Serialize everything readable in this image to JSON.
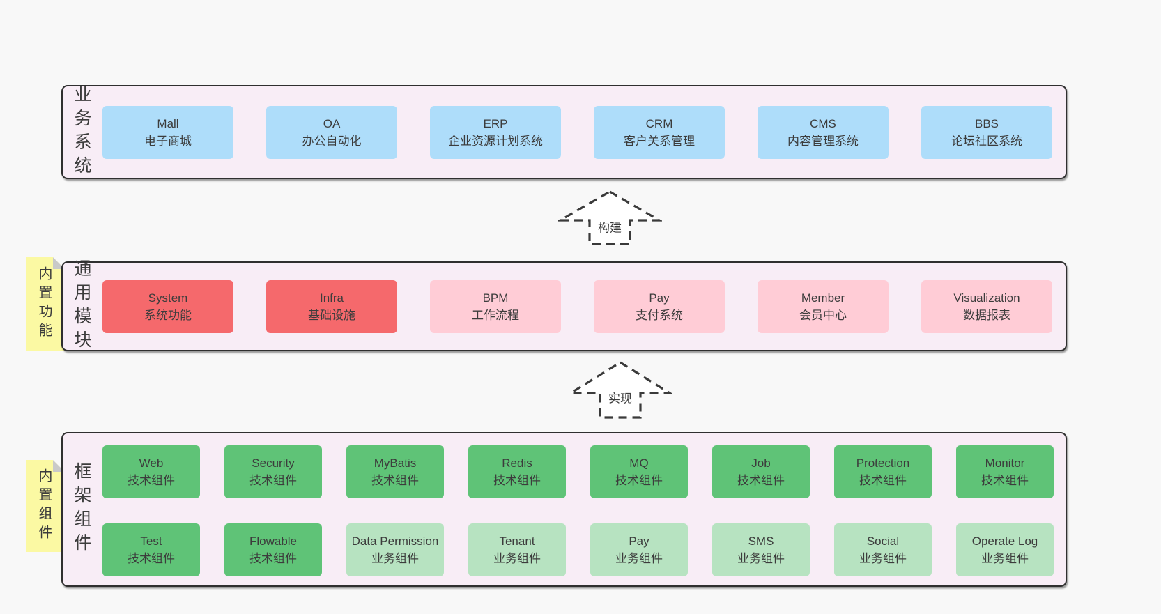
{
  "layers": {
    "business": {
      "label": "业务系统",
      "boxes": [
        {
          "name": "Mall",
          "desc": "电子商城"
        },
        {
          "name": "OA",
          "desc": "办公自动化"
        },
        {
          "name": "ERP",
          "desc": "企业资源计划系统"
        },
        {
          "name": "CRM",
          "desc": "客户关系管理"
        },
        {
          "name": "CMS",
          "desc": "内容管理系统"
        },
        {
          "name": "BBS",
          "desc": "论坛社区系统"
        }
      ]
    },
    "modules": {
      "label": "通用模块",
      "note": "内置功能",
      "boxes": [
        {
          "name": "System",
          "desc": "系统功能"
        },
        {
          "name": "Infra",
          "desc": "基础设施"
        },
        {
          "name": "BPM",
          "desc": "工作流程"
        },
        {
          "name": "Pay",
          "desc": "支付系统"
        },
        {
          "name": "Member",
          "desc": "会员中心"
        },
        {
          "name": "Visualization",
          "desc": "数据报表"
        }
      ]
    },
    "components": {
      "label": "框架组件",
      "note": "内置组件",
      "rows": [
        [
          {
            "name": "Web",
            "desc": "技术组件"
          },
          {
            "name": "Security",
            "desc": "技术组件"
          },
          {
            "name": "MyBatis",
            "desc": "技术组件"
          },
          {
            "name": "Redis",
            "desc": "技术组件"
          },
          {
            "name": "MQ",
            "desc": "技术组件"
          },
          {
            "name": "Job",
            "desc": "技术组件"
          },
          {
            "name": "Protection",
            "desc": "技术组件"
          },
          {
            "name": "Monitor",
            "desc": "技术组件"
          }
        ],
        [
          {
            "name": "Test",
            "desc": "技术组件"
          },
          {
            "name": "Flowable",
            "desc": "技术组件"
          },
          {
            "name": "Data Permission",
            "desc": "业务组件"
          },
          {
            "name": "Tenant",
            "desc": "业务组件"
          },
          {
            "name": "Pay",
            "desc": "业务组件"
          },
          {
            "name": "SMS",
            "desc": "业务组件"
          },
          {
            "name": "Social",
            "desc": "业务组件"
          },
          {
            "name": "Operate Log",
            "desc": "业务组件"
          }
        ]
      ]
    }
  },
  "arrows": [
    {
      "label": "构建"
    },
    {
      "label": "实现"
    }
  ],
  "colors": {
    "page_bg": "#f8f8f8",
    "container_bg": "#f8edf6",
    "container_border": "#2f2f2f",
    "business_box": "#aeddfa",
    "core_module_box": "#f5696c",
    "optional_module_box": "#ffccd6",
    "tech_component_box": "#5fc377",
    "biz_component_box": "#b7e3c1",
    "note_bg": "#fbf9a3",
    "note_fold": "#c9c9c9",
    "text": "#3c3c3c"
  }
}
